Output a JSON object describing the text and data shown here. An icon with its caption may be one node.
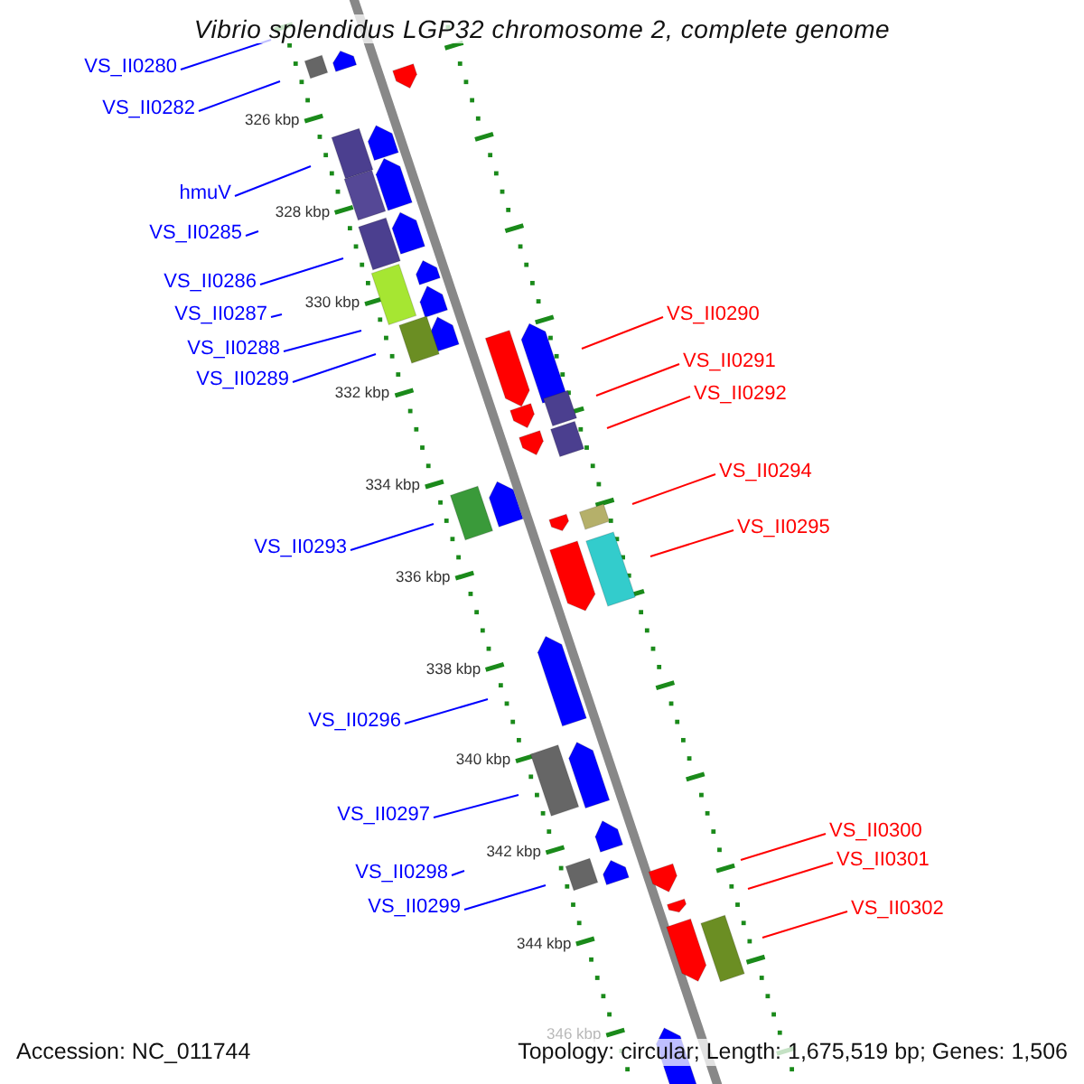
{
  "diagram": {
    "title": "Vibrio splendidus LGP32 chromosome 2, complete genome",
    "nodes": [
      {
        "text": [
          "VS_II0280"
        ]
      },
      {
        "text": [
          "VS_II0282"
        ]
      },
      {
        "text": [
          "hmuV"
        ]
      },
      {
        "text": [
          "VS_II0285"
        ]
      },
      {
        "text": [
          "VS_II0286"
        ]
      },
      {
        "text": [
          "VS_II0287"
        ]
      },
      {
        "text": [
          "VS_II0288"
        ]
      },
      {
        "text": [
          "VS_II0289"
        ]
      },
      {
        "text": [
          "VS_II0290"
        ]
      },
      {
        "text": [
          "VS_II0291"
        ]
      },
      {
        "text": [
          "VS_II0292"
        ]
      },
      {
        "text": [
          "VS_II0294"
        ]
      },
      {
        "text": [
          "VS_II0295"
        ]
      },
      {
        "text": [
          "VS_II0293"
        ]
      },
      {
        "text": [
          "VS_II0296"
        ]
      },
      {
        "text": [
          "VS_II0297"
        ]
      },
      {
        "text": [
          "VS_II0298"
        ]
      },
      {
        "text": [
          "VS_II0299"
        ]
      },
      {
        "text": [
          "VS_II0300"
        ]
      },
      {
        "text": [
          "VS_II0301"
        ]
      },
      {
        "text": [
          "VS_II0302"
        ]
      }
    ],
    "edges": [
      {
        "from": 0,
        "to": null,
        "arrow": "none"
      },
      {
        "from": 1,
        "to": null,
        "arrow": "none"
      },
      {
        "from": 2,
        "to": null,
        "arrow": "none"
      },
      {
        "from": 3,
        "to": null,
        "arrow": "none"
      },
      {
        "from": 4,
        "to": null,
        "arrow": "none"
      },
      {
        "from": 5,
        "to": null,
        "arrow": "none"
      },
      {
        "from": 6,
        "to": null,
        "arrow": "none"
      },
      {
        "from": 7,
        "to": null,
        "arrow": "none"
      },
      {
        "from": 8,
        "to": null,
        "arrow": "none",
        "color": "#ff0000"
      },
      {
        "from": 9,
        "to": null,
        "arrow": "none",
        "color": "#ff0000"
      },
      {
        "from": 10,
        "to": null,
        "arrow": "none",
        "color": "#ff0000"
      },
      {
        "from": 11,
        "to": null,
        "arrow": "none",
        "color": "#ff0000"
      },
      {
        "from": 12,
        "to": null,
        "arrow": "none",
        "color": "#ff0000"
      },
      {
        "from": 13,
        "to": null,
        "arrow": "none"
      },
      {
        "from": 14,
        "to": null,
        "arrow": "none"
      },
      {
        "from": 15,
        "to": null,
        "arrow": "none"
      },
      {
        "from": 16,
        "to": null,
        "arrow": "none"
      },
      {
        "from": 17,
        "to": null,
        "arrow": "none"
      },
      {
        "from": 18,
        "to": null,
        "arrow": "none",
        "color": "#ff0000"
      },
      {
        "from": 19,
        "to": null,
        "arrow": "none",
        "color": "#ff0000"
      },
      {
        "from": 20,
        "to": null,
        "arrow": "none",
        "color": "#ff0000"
      }
    ],
    "labels": [
      "326 kbp",
      "328 kbp",
      "330 kbp",
      "332 kbp",
      "334 kbp",
      "336 kbp",
      "338 kbp",
      "340 kbp",
      "342 kbp",
      "344 kbp",
      "346 kbp",
      "Accession: NC_011744",
      "Topology: circular; Length: 1,675,519 bp; Genes: 1,506"
    ]
  }
}
